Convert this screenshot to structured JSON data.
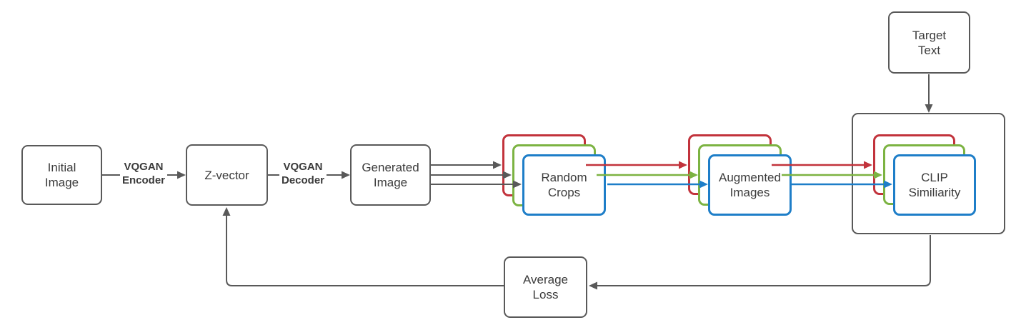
{
  "colors": {
    "canvas_bg": "#ffffff",
    "stroke_gray": "#595959",
    "text": "#3b3b3b",
    "red": "#c2333c",
    "green": "#7cb342",
    "blue": "#1e7ec8"
  },
  "nodes": {
    "initial_image": {
      "label": "Initial\nImage"
    },
    "z_vector": {
      "label": "Z-vector"
    },
    "generated_image": {
      "label": "Generated\nImage"
    },
    "random_crops": {
      "label": "Random\nCrops"
    },
    "augmented_images": {
      "label": "Augmented\nImages"
    },
    "clip_similarity": {
      "label": "CLIP\nSimiliarity"
    },
    "target_text": {
      "label": "Target\nText"
    },
    "average_loss": {
      "label": "Average\nLoss"
    }
  },
  "edge_labels": {
    "vqgan_encoder": "VQGAN\nEncoder",
    "vqgan_decoder": "VQGAN\nDecoder"
  }
}
